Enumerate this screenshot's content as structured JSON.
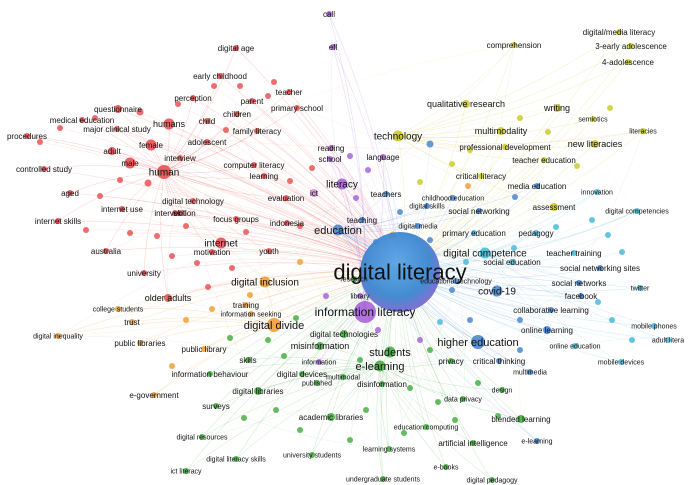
{
  "clusters": {
    "red": "#e8474a",
    "yellow": "#c9c81f",
    "green": "#3dab3a",
    "blue": "#3f7fd0",
    "purple": "#a35ad6",
    "orange": "#ef9a2c",
    "cyan": "#3fb7d8",
    "pink": "#d98bd8"
  },
  "nodes": [
    {
      "id": "digital-literacy",
      "label": "digital literacy",
      "c": "blue",
      "w": 10,
      "fs": 22
    },
    {
      "id": "information-literacy",
      "label": "information literacy",
      "c": "purple",
      "w": 6,
      "fs": 12
    },
    {
      "id": "digital-divide",
      "label": "digital divide",
      "c": "orange",
      "w": 4,
      "fs": 11
    },
    {
      "id": "digital-inclusion",
      "label": "digital inclusion",
      "c": "orange",
      "w": 3,
      "fs": 10
    },
    {
      "id": "education",
      "label": "education",
      "c": "blue",
      "w": 3,
      "fs": 11
    },
    {
      "id": "higher-education",
      "label": "higher education",
      "c": "blue",
      "w": 4,
      "fs": 11
    },
    {
      "id": "e-learning",
      "label": "e-learning",
      "c": "green",
      "w": 3,
      "fs": 11
    },
    {
      "id": "students",
      "label": "students",
      "c": "green",
      "w": 3,
      "fs": 11
    },
    {
      "id": "digital-competence",
      "label": "digital competence",
      "c": "cyan",
      "w": 3,
      "fs": 10
    },
    {
      "id": "covid-19",
      "label": "covid-19",
      "c": "blue",
      "w": 3,
      "fs": 10
    },
    {
      "id": "technology",
      "label": "technology",
      "c": "yellow",
      "w": 3,
      "fs": 10
    },
    {
      "id": "literacy",
      "label": "literacy",
      "c": "purple",
      "w": 3,
      "fs": 10
    },
    {
      "id": "internet",
      "label": "internet",
      "c": "red",
      "w": 3,
      "fs": 10
    },
    {
      "id": "human",
      "label": "human",
      "c": "red",
      "w": 4,
      "fs": 10
    },
    {
      "id": "humans",
      "label": "humans",
      "c": "red",
      "w": 3,
      "fs": 9
    },
    {
      "id": "female",
      "label": "female",
      "c": "red",
      "w": 3,
      "fs": 8
    },
    {
      "id": "male",
      "label": "male",
      "c": "red",
      "w": 3,
      "fs": 8
    },
    {
      "id": "adult",
      "label": "adult",
      "c": "red",
      "w": 2,
      "fs": 8
    },
    {
      "id": "older-adults",
      "label": "older adults",
      "c": "red",
      "w": 2,
      "fs": 9
    },
    {
      "id": "digital-age",
      "label": "digital age",
      "c": "red",
      "w": 1,
      "fs": 8
    },
    {
      "id": "early-childhood",
      "label": "early childhood",
      "c": "red",
      "w": 1,
      "fs": 8
    },
    {
      "id": "teacher",
      "label": "teacher",
      "c": "red",
      "w": 1,
      "fs": 8
    },
    {
      "id": "perception",
      "label": "perception",
      "c": "red",
      "w": 1,
      "fs": 8
    },
    {
      "id": "parent",
      "label": "parent",
      "c": "red",
      "w": 1,
      "fs": 8
    },
    {
      "id": "children",
      "label": "children",
      "c": "red",
      "w": 1,
      "fs": 8
    },
    {
      "id": "primary-school",
      "label": "primary school",
      "c": "red",
      "w": 1,
      "fs": 8
    },
    {
      "id": "questionnaire",
      "label": "questionnaire",
      "c": "red",
      "w": 2,
      "fs": 8
    },
    {
      "id": "medical-education",
      "label": "medical education",
      "c": "red",
      "w": 1,
      "fs": 8
    },
    {
      "id": "major-clinical-study",
      "label": "major clinical study",
      "c": "red",
      "w": 1,
      "fs": 8
    },
    {
      "id": "procedures",
      "label": "procedures",
      "c": "red",
      "w": 1,
      "fs": 8
    },
    {
      "id": "child",
      "label": "child",
      "c": "red",
      "w": 1,
      "fs": 8
    },
    {
      "id": "family-literacy",
      "label": "family literacy",
      "c": "red",
      "w": 1,
      "fs": 8
    },
    {
      "id": "adolescent",
      "label": "adolescent",
      "c": "red",
      "w": 1,
      "fs": 8
    },
    {
      "id": "interview",
      "label": "interview",
      "c": "red",
      "w": 1,
      "fs": 8
    },
    {
      "id": "controlled-study",
      "label": "controlled study",
      "c": "red",
      "w": 1,
      "fs": 8
    },
    {
      "id": "aged",
      "label": "aged",
      "c": "red",
      "w": 1,
      "fs": 8
    },
    {
      "id": "internet-use",
      "label": "internet use",
      "c": "red",
      "w": 1,
      "fs": 8
    },
    {
      "id": "internet-skills",
      "label": "internet skills",
      "c": "red",
      "w": 1,
      "fs": 8
    },
    {
      "id": "digital-technology",
      "label": "digital technology",
      "c": "red",
      "w": 1,
      "fs": 8
    },
    {
      "id": "intervention",
      "label": "intervention",
      "c": "red",
      "w": 1,
      "fs": 8
    },
    {
      "id": "skill",
      "label": "skill",
      "c": "red",
      "w": 1,
      "fs": 8
    },
    {
      "id": "focus-groups",
      "label": "focus groups",
      "c": "red",
      "w": 1,
      "fs": 8
    },
    {
      "id": "australia",
      "label": "australia",
      "c": "red",
      "w": 1,
      "fs": 8
    },
    {
      "id": "university",
      "label": "university",
      "c": "red",
      "w": 1,
      "fs": 8
    },
    {
      "id": "motivation",
      "label": "motivation",
      "c": "red",
      "w": 1,
      "fs": 8
    },
    {
      "id": "youth",
      "label": "youth",
      "c": "red",
      "w": 1,
      "fs": 8
    },
    {
      "id": "indonesia",
      "label": "indonesia",
      "c": "red",
      "w": 1,
      "fs": 8
    },
    {
      "id": "computer-literacy",
      "label": "computer literacy",
      "c": "red",
      "w": 1,
      "fs": 8
    },
    {
      "id": "learning",
      "label": "learning",
      "c": "red",
      "w": 1,
      "fs": 8
    },
    {
      "id": "evaluation",
      "label": "evaluation",
      "c": "red",
      "w": 1,
      "fs": 8
    },
    {
      "id": "ict",
      "label": "ict",
      "c": "pink",
      "w": 2,
      "fs": 8
    },
    {
      "id": "reading",
      "label": "reading",
      "c": "purple",
      "w": 1,
      "fs": 8
    },
    {
      "id": "school",
      "label": "school",
      "c": "purple",
      "w": 1,
      "fs": 8
    },
    {
      "id": "language",
      "label": "language",
      "c": "purple",
      "w": 1,
      "fs": 8
    },
    {
      "id": "teachers",
      "label": "teachers",
      "c": "blue",
      "w": 1,
      "fs": 8
    },
    {
      "id": "teaching",
      "label": "teaching",
      "c": "blue",
      "w": 1,
      "fs": 8
    },
    {
      "id": "call",
      "label": "call",
      "c": "purple",
      "w": 1,
      "fs": 8
    },
    {
      "id": "efl",
      "label": "efl",
      "c": "purple",
      "w": 1,
      "fs": 8
    },
    {
      "id": "digital-media-literacy",
      "label": "digital/media literacy",
      "c": "yellow",
      "w": 1,
      "fs": 8
    },
    {
      "id": "3-early-adolescence",
      "label": "3-early adolescence",
      "c": "yellow",
      "w": 1,
      "fs": 8
    },
    {
      "id": "comprehension",
      "label": "comprehension",
      "c": "yellow",
      "w": 1,
      "fs": 8
    },
    {
      "id": "4-adolescence",
      "label": "4-adolescence",
      "c": "yellow",
      "w": 1,
      "fs": 8
    },
    {
      "id": "qualitative-research",
      "label": "qualitative research",
      "c": "yellow",
      "w": 2,
      "fs": 9
    },
    {
      "id": "writing",
      "label": "writing",
      "c": "yellow",
      "w": 2,
      "fs": 9
    },
    {
      "id": "semiotics",
      "label": "semiotics",
      "c": "yellow",
      "w": 1,
      "fs": 7
    },
    {
      "id": "multimodality",
      "label": "multimodality",
      "c": "yellow",
      "w": 2,
      "fs": 9
    },
    {
      "id": "new-literacies",
      "label": "new literacies",
      "c": "yellow",
      "w": 2,
      "fs": 9
    },
    {
      "id": "literacies",
      "label": "literacies",
      "c": "yellow",
      "w": 1,
      "fs": 7
    },
    {
      "id": "professional-development",
      "label": "professional development",
      "c": "yellow",
      "w": 1,
      "fs": 8
    },
    {
      "id": "teacher-education",
      "label": "teacher education",
      "c": "yellow",
      "w": 1,
      "fs": 8
    },
    {
      "id": "critical-literacy",
      "label": "critical literacy",
      "c": "yellow",
      "w": 1,
      "fs": 8
    },
    {
      "id": "media-education",
      "label": "media education",
      "c": "blue",
      "w": 1,
      "fs": 8
    },
    {
      "id": "innovation",
      "label": "innovation",
      "c": "cyan",
      "w": 1,
      "fs": 7
    },
    {
      "id": "assessment",
      "label": "assessment",
      "c": "yellow",
      "w": 2,
      "fs": 8
    },
    {
      "id": "digital-competencies",
      "label": "digital competencies",
      "c": "cyan",
      "w": 1,
      "fs": 7
    },
    {
      "id": "social-networking",
      "label": "social networking",
      "c": "blue",
      "w": 1,
      "fs": 8
    },
    {
      "id": "primary-education",
      "label": "primary education",
      "c": "cyan",
      "w": 1,
      "fs": 8
    },
    {
      "id": "pedagogy",
      "label": "pedagogy",
      "c": "cyan",
      "w": 1,
      "fs": 8
    },
    {
      "id": "teacher-training",
      "label": "teacher training",
      "c": "cyan",
      "w": 1,
      "fs": 8
    },
    {
      "id": "social-education",
      "label": "social education",
      "c": "cyan",
      "w": 1,
      "fs": 8
    },
    {
      "id": "social-networking-sites",
      "label": "social networking sites",
      "c": "blue",
      "w": 1,
      "fs": 8
    },
    {
      "id": "social-networks",
      "label": "social networks",
      "c": "blue",
      "w": 1,
      "fs": 8
    },
    {
      "id": "twitter",
      "label": "twitter",
      "c": "cyan",
      "w": 1,
      "fs": 7
    },
    {
      "id": "facebook",
      "label": "facebook",
      "c": "blue",
      "w": 1,
      "fs": 8
    },
    {
      "id": "collaborative-learning",
      "label": "collaborative learning",
      "c": "blue",
      "w": 1,
      "fs": 8
    },
    {
      "id": "online-learning",
      "label": "online learning",
      "c": "blue",
      "w": 2,
      "fs": 8
    },
    {
      "id": "mobile-phones",
      "label": "mobile phones",
      "c": "cyan",
      "w": 1,
      "fs": 7
    },
    {
      "id": "adult-literacy",
      "label": "adult litera",
      "c": "cyan",
      "w": 1,
      "fs": 7
    },
    {
      "id": "online-education",
      "label": "online education",
      "c": "cyan",
      "w": 1,
      "fs": 7
    },
    {
      "id": "mobile-devices",
      "label": "mobile devices",
      "c": "cyan",
      "w": 1,
      "fs": 7
    },
    {
      "id": "critical-thinking",
      "label": "critical thinking",
      "c": "blue",
      "w": 1,
      "fs": 8
    },
    {
      "id": "multimedia",
      "label": "multimedia",
      "c": "blue",
      "w": 1,
      "fs": 7
    },
    {
      "id": "design",
      "label": "design",
      "c": "green",
      "w": 1,
      "fs": 7
    },
    {
      "id": "data-privacy",
      "label": "data privacy",
      "c": "green",
      "w": 1,
      "fs": 7
    },
    {
      "id": "privacy",
      "label": "privacy",
      "c": "green",
      "w": 1,
      "fs": 8
    },
    {
      "id": "blended-learning",
      "label": "blended learning",
      "c": "green",
      "w": 2,
      "fs": 8
    },
    {
      "id": "e-learning-2",
      "label": "e-learning",
      "c": "blue",
      "w": 1,
      "fs": 7
    },
    {
      "id": "education-computing",
      "label": "education computing",
      "c": "green",
      "w": 1,
      "fs": 7
    },
    {
      "id": "artificial-intelligence",
      "label": "artificial intelligence",
      "c": "green",
      "w": 1,
      "fs": 8
    },
    {
      "id": "e-books",
      "label": "e-books",
      "c": "green",
      "w": 1,
      "fs": 7
    },
    {
      "id": "digital-pedagogy",
      "label": "digital pedagogy",
      "c": "green",
      "w": 1,
      "fs": 7
    },
    {
      "id": "undergraduate-students",
      "label": "undergraduate students",
      "c": "green",
      "w": 1,
      "fs": 7
    },
    {
      "id": "learning-systems",
      "label": "learning systems",
      "c": "green",
      "w": 1,
      "fs": 7
    },
    {
      "id": "university-students",
      "label": "university students",
      "c": "green",
      "w": 1,
      "fs": 7
    },
    {
      "id": "digital-literacy-skills",
      "label": "digital literacy skills",
      "c": "green",
      "w": 1,
      "fs": 7
    },
    {
      "id": "digital-resources",
      "label": "digital resources",
      "c": "green",
      "w": 1,
      "fs": 7
    },
    {
      "id": "ict-literacy",
      "label": "ict literacy",
      "c": "green",
      "w": 1,
      "fs": 7
    },
    {
      "id": "academic-libraries",
      "label": "academic libraries",
      "c": "green",
      "w": 2,
      "fs": 8
    },
    {
      "id": "surveys",
      "label": "surveys",
      "c": "green",
      "w": 1,
      "fs": 8
    },
    {
      "id": "digital-libraries",
      "label": "digital libraries",
      "c": "green",
      "w": 2,
      "fs": 8
    },
    {
      "id": "digital-devices",
      "label": "digital devices",
      "c": "green",
      "w": 1,
      "fs": 8
    },
    {
      "id": "disinformation",
      "label": "disinformation",
      "c": "green",
      "w": 1,
      "fs": 8
    },
    {
      "id": "published",
      "label": "published",
      "c": "green",
      "w": 1,
      "fs": 7
    },
    {
      "id": "multimodal",
      "label": "multimodal",
      "c": "green",
      "w": 1,
      "fs": 7
    },
    {
      "id": "information-behaviour",
      "label": "information behaviour",
      "c": "green",
      "w": 1,
      "fs": 8
    },
    {
      "id": "skills",
      "label": "skills",
      "c": "green",
      "w": 1,
      "fs": 8
    },
    {
      "id": "misinformation",
      "label": "misinformation",
      "c": "green",
      "w": 2,
      "fs": 9
    },
    {
      "id": "digital-technologies",
      "label": "digital technologies",
      "c": "green",
      "w": 2,
      "fs": 8
    },
    {
      "id": "e-government",
      "label": "e-government",
      "c": "orange",
      "w": 1,
      "fs": 8
    },
    {
      "id": "public-library",
      "label": "public library",
      "c": "orange",
      "w": 1,
      "fs": 8
    },
    {
      "id": "public-libraries",
      "label": "public libraries",
      "c": "orange",
      "w": 1,
      "fs": 8
    },
    {
      "id": "trust",
      "label": "trust",
      "c": "orange",
      "w": 1,
      "fs": 8
    },
    {
      "id": "college-students",
      "label": "college students",
      "c": "orange",
      "w": 1,
      "fs": 7
    },
    {
      "id": "digital-inequality",
      "label": "digital inequality",
      "c": "orange",
      "w": 1,
      "fs": 7
    },
    {
      "id": "training",
      "label": "training",
      "c": "orange",
      "w": 1,
      "fs": 8
    },
    {
      "id": "information-seeking",
      "label": "information seeking",
      "c": "orange",
      "w": 1,
      "fs": 7
    },
    {
      "id": "library",
      "label": "library",
      "c": "purple",
      "w": 1,
      "fs": 7
    },
    {
      "id": "information",
      "label": "information",
      "c": "purple",
      "w": 1,
      "fs": 7
    },
    {
      "id": "research",
      "label": "research",
      "c": "green",
      "w": 1,
      "fs": 7
    },
    {
      "id": "digital-media",
      "label": "digital media",
      "c": "blue",
      "w": 1,
      "fs": 7
    },
    {
      "id": "educational-technology",
      "label": "educational technology",
      "c": "blue",
      "w": 1,
      "fs": 7
    },
    {
      "id": "digital-skills",
      "label": "digital skills",
      "c": "blue",
      "w": 1,
      "fs": 7
    },
    {
      "id": "childhood-education",
      "label": "childhood education",
      "c": "blue",
      "w": 1,
      "fs": 7
    }
  ]
}
